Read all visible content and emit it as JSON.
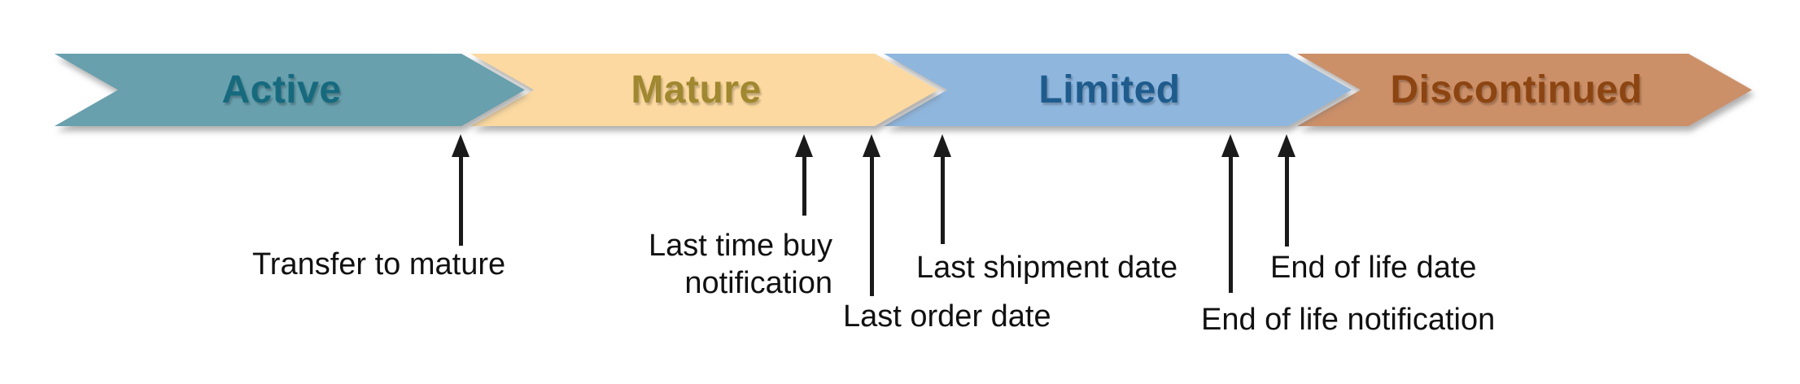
{
  "diagram": {
    "title_implied": "Product lifecycle stages",
    "stages": [
      {
        "label": "Active",
        "fill": "#68A0AD",
        "text_color": "#156A7E"
      },
      {
        "label": "Mature",
        "fill": "#FBD9A0",
        "text_color": "#A0882F"
      },
      {
        "label": "Limited",
        "fill": "#8FB7DE",
        "text_color": "#1E5C8D"
      },
      {
        "label": "Discontinued",
        "fill": "#CC9068",
        "text_color": "#8C4511"
      }
    ],
    "milestones": [
      {
        "label": "Transfer to mature"
      },
      {
        "label": "Last time buy notification",
        "lines": [
          "Last time buy",
          "notification"
        ]
      },
      {
        "label": "Last order date"
      },
      {
        "label": "Last shipment date"
      },
      {
        "label": "End of life notification"
      },
      {
        "label": "End of life date"
      }
    ],
    "arrow_color": "#1a1a1a",
    "label_color": "#111111",
    "background": "#ffffff"
  }
}
